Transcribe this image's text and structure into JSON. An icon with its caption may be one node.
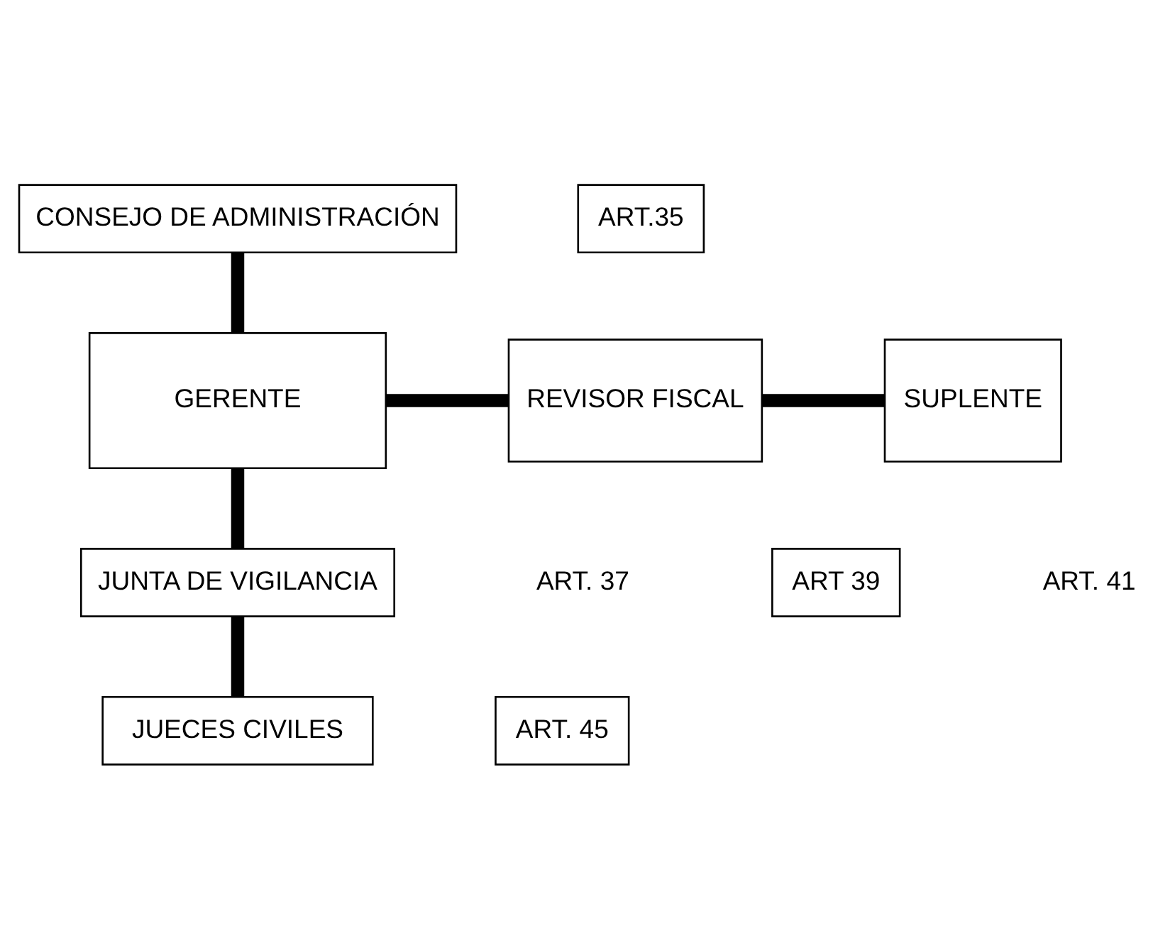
{
  "diagram": {
    "nodes": [
      {
        "text": [
          "CONSEJO DE ADMINISTRACIÓN"
        ]
      },
      {
        "text": [
          "ART.35"
        ]
      },
      {
        "text": [
          "GERENTE"
        ]
      },
      {
        "text": [
          "REVISOR FISCAL"
        ]
      },
      {
        "text": [
          "SUPLENTE"
        ]
      },
      {
        "text": [
          "JUNTA DE VIGILANCIA"
        ]
      },
      {
        "text": [
          "ART 39"
        ]
      },
      {
        "text": [
          "JUECES CIVILES"
        ]
      },
      {
        "text": [
          "ART. 45"
        ]
      }
    ],
    "edges": [
      {
        "from": 0,
        "to": 2,
        "arrow": "none"
      },
      {
        "from": 2,
        "to": 3,
        "arrow": "none"
      },
      {
        "from": 3,
        "to": 4,
        "arrow": "none"
      },
      {
        "from": 2,
        "to": 5,
        "arrow": "none"
      },
      {
        "from": 5,
        "to": 7,
        "arrow": "none"
      }
    ],
    "labels": [
      "ART. 37",
      "ART. 41"
    ]
  }
}
